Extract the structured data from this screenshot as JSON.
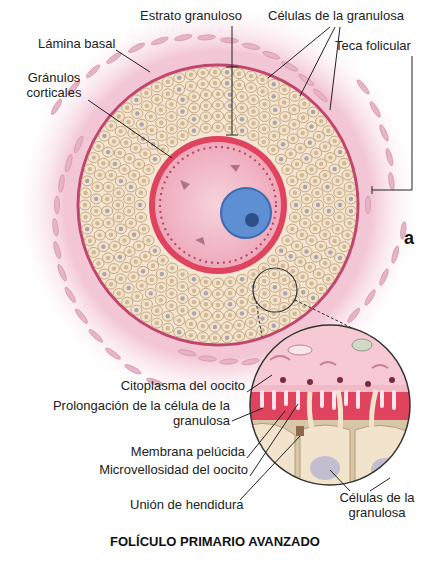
{
  "diagram": {
    "caption": "FOLÍCULO PRIMARIO AVANZADO",
    "labels": [
      "Estrato granuloso",
      "Células de la granulosa",
      "Teca folicular",
      "Lámina basal",
      "Gránulos corticales",
      "a",
      "Citoplasma del oocito",
      "Prolongación de la célula de la granulosa",
      "Membrana pelúcida",
      "Microvellosidad del oocito",
      "Unión de hendidura",
      "Células de la granulosa"
    ]
  }
}
